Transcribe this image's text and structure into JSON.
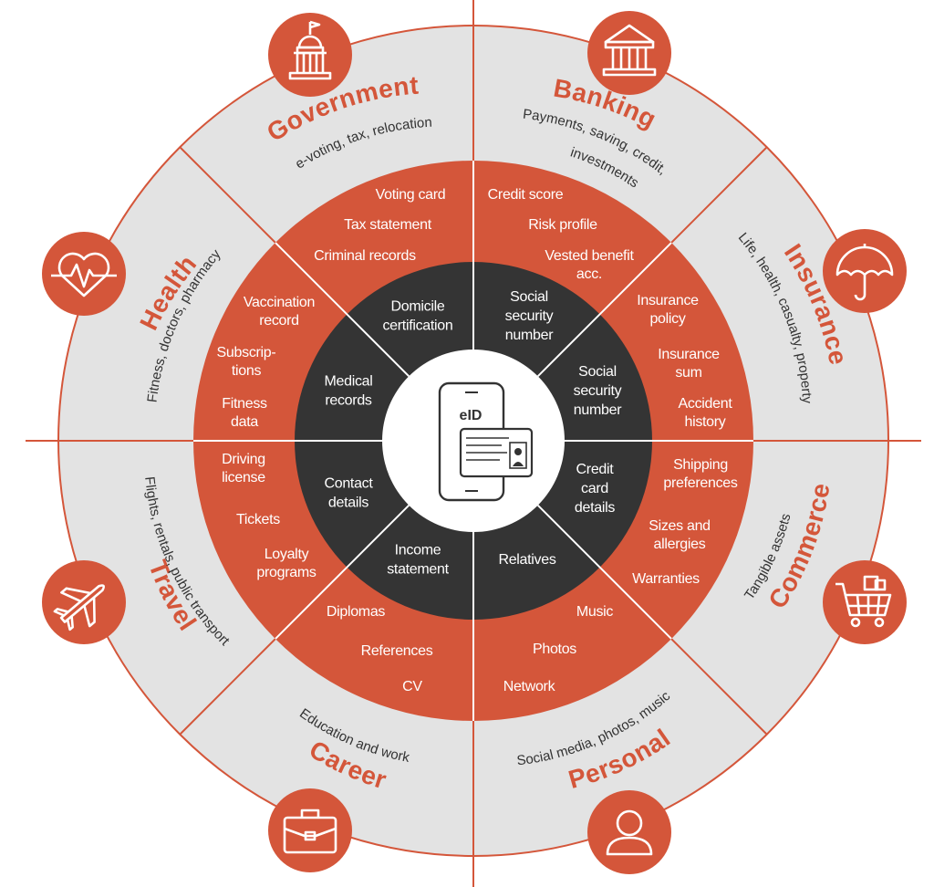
{
  "colors": {
    "accent": "#d4563a",
    "outer_ring": "#e3e3e3",
    "dark_ring": "#343434",
    "center": "#ffffff",
    "divider": "#ffffff"
  },
  "center": {
    "label": "eID",
    "icon": "phone-id-card-icon"
  },
  "sectors": [
    {
      "id": "government",
      "title": "Government",
      "subtitle": [
        "e-voting, tax, relocation"
      ],
      "icon": "capitol-building-icon"
    },
    {
      "id": "banking",
      "title": "Banking",
      "subtitle": [
        "Payments, saving, credit,",
        "investments"
      ],
      "icon": "bank-icon"
    },
    {
      "id": "insurance",
      "title": "Insurance",
      "subtitle": [
        "Life, health, casualty, property"
      ],
      "icon": "umbrella-icon"
    },
    {
      "id": "commerce",
      "title": "Commerce",
      "subtitle": [
        "Tangible assets"
      ],
      "icon": "shopping-cart-icon"
    },
    {
      "id": "personal",
      "title": "Personal",
      "subtitle": [
        "Social media, photos, music"
      ],
      "icon": "person-icon"
    },
    {
      "id": "career",
      "title": "Career",
      "subtitle": [
        "Education and work"
      ],
      "icon": "briefcase-icon"
    },
    {
      "id": "travel",
      "title": "Travel",
      "subtitle": [
        "Flights, rentals, public transport"
      ],
      "icon": "airplane-icon"
    },
    {
      "id": "health",
      "title": "Health",
      "subtitle": [
        "Fitness, doctors, pharmacy"
      ],
      "icon": "heartbeat-icon"
    }
  ],
  "orange_items": [
    {
      "id": "voting-card",
      "lines": [
        "Voting card"
      ]
    },
    {
      "id": "tax-statement",
      "lines": [
        "Tax statement"
      ]
    },
    {
      "id": "criminal-records",
      "lines": [
        "Criminal records"
      ]
    },
    {
      "id": "credit-score",
      "lines": [
        "Credit score"
      ]
    },
    {
      "id": "risk-profile",
      "lines": [
        "Risk profile"
      ]
    },
    {
      "id": "vested-benefit",
      "lines": [
        "Vested benefit",
        "acc."
      ]
    },
    {
      "id": "insurance-policy",
      "lines": [
        "Insurance",
        "policy"
      ]
    },
    {
      "id": "insurance-sum",
      "lines": [
        "Insurance",
        "sum"
      ]
    },
    {
      "id": "accident-history",
      "lines": [
        "Accident",
        "history"
      ]
    },
    {
      "id": "shipping-preferences",
      "lines": [
        "Shipping",
        "preferences"
      ]
    },
    {
      "id": "sizes-allergies",
      "lines": [
        "Sizes and",
        "allergies"
      ]
    },
    {
      "id": "warranties",
      "lines": [
        "Warranties"
      ]
    },
    {
      "id": "music",
      "lines": [
        "Music"
      ]
    },
    {
      "id": "photos",
      "lines": [
        "Photos"
      ]
    },
    {
      "id": "network",
      "lines": [
        "Network"
      ]
    },
    {
      "id": "diplomas",
      "lines": [
        "Diplomas"
      ]
    },
    {
      "id": "references",
      "lines": [
        "References"
      ]
    },
    {
      "id": "cv",
      "lines": [
        "CV"
      ]
    },
    {
      "id": "driving-license",
      "lines": [
        "Driving",
        "license"
      ]
    },
    {
      "id": "tickets",
      "lines": [
        "Tickets"
      ]
    },
    {
      "id": "loyalty-programs",
      "lines": [
        "Loyalty",
        "programs"
      ]
    },
    {
      "id": "vaccination-record",
      "lines": [
        "Vaccination",
        "record"
      ]
    },
    {
      "id": "subscriptions",
      "lines": [
        "Subscrip-",
        "tions"
      ]
    },
    {
      "id": "fitness-data",
      "lines": [
        "Fitness",
        "data"
      ]
    }
  ],
  "dark_items": [
    {
      "id": "domicile-certification",
      "lines": [
        "Domicile",
        "certification"
      ]
    },
    {
      "id": "social-security-1",
      "lines": [
        "Social",
        "security",
        "number"
      ]
    },
    {
      "id": "social-security-2",
      "lines": [
        "Social",
        "security",
        "number"
      ]
    },
    {
      "id": "credit-card-details",
      "lines": [
        "Credit",
        "card",
        "details"
      ]
    },
    {
      "id": "relatives",
      "lines": [
        "Relatives"
      ]
    },
    {
      "id": "income-statement",
      "lines": [
        "Income",
        "statement"
      ]
    },
    {
      "id": "contact-details",
      "lines": [
        "Contact",
        "details"
      ]
    },
    {
      "id": "medical-records",
      "lines": [
        "Medical",
        "records"
      ]
    }
  ]
}
